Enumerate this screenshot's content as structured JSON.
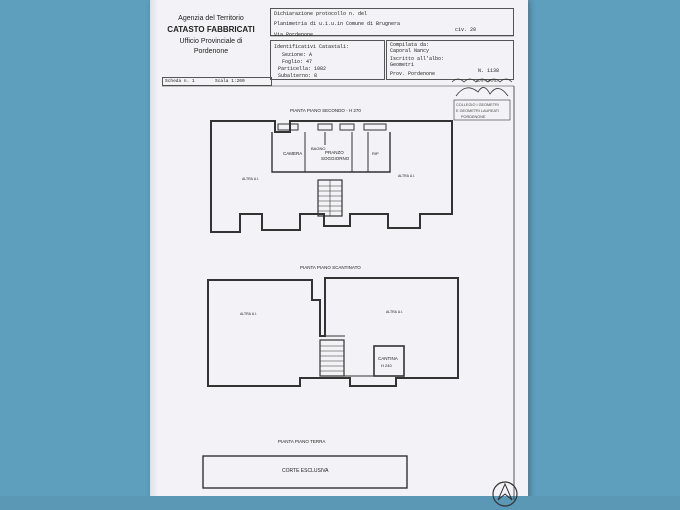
{
  "header": {
    "agency_line1": "Agenzia del Territorio",
    "agency_line2": "CATASTO FABBRICATI",
    "agency_line3": "Ufficio Provinciale di",
    "agency_line4": "Pordenone",
    "declaration": "Dichiarazione protocollo n.        del",
    "planimetry": "Planimetria di u.i.u.in Comune di Brugnera",
    "address": "Via Pordenone",
    "civ": "civ. 20",
    "identifiers_title": "Identificativi Catastali:",
    "sezione": "Sezione: A",
    "foglio": "Foglio: 47",
    "particella": "Particella: 1082",
    "subalterno": "Subalterno: 8",
    "compilata": "Compilata da:",
    "compiler_name": "Caporal Nancy",
    "iscritto": "Iscritto all'albo:",
    "albo": "Geometri",
    "prov": "Prov. Pordenone",
    "numero": "N. 1138",
    "scheda": "Scheda n. 1",
    "scala": "Scala 1:200"
  },
  "stamp": {
    "top": "CAPORAL",
    "line1": "COLLEGIO I GEOMETRI",
    "line2": "E GEOMETRI LAUREATI",
    "line3": "PORDENONE"
  },
  "plans": {
    "second_floor_title": "PIANTA PIANO SECONDO - H 270",
    "rooms_second": {
      "camera": "CAMERA",
      "bagno": "BAGNO",
      "pranzo": "PRANZO",
      "soggiorno": "SOGGIORNO",
      "rip": "RIP",
      "altra_left": "ALTRA U.I.",
      "altra_right": "ALTRA U.I."
    },
    "basement_title": "PIANTA PIANO SCANTINATO",
    "rooms_basement": {
      "altra_left": "ALTRA U.I.",
      "altra_right": "ALTRA U.I.",
      "cantina": "CANTINA",
      "cantina_h": "H 240"
    },
    "ground_title": "PIANTA PIANO TERRA",
    "corte": "CORTE ESCLUSIVA"
  }
}
